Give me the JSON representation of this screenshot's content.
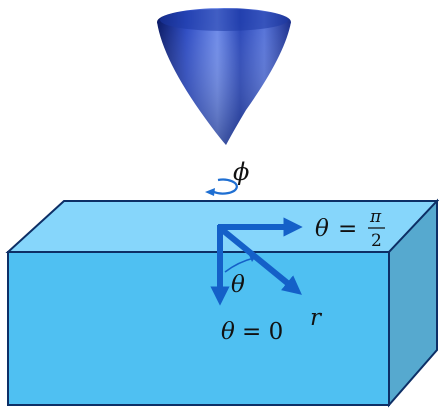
{
  "labels": {
    "phi": "ϕ",
    "theta": "θ",
    "r": "r",
    "theta_zero": {
      "symbol": "θ",
      "equals": "= 0"
    },
    "theta_half_pi": {
      "symbol": "θ",
      "equals": "=",
      "numerator": "π",
      "denominator": "2"
    }
  },
  "colors": {
    "block_front": "#4fc0f2",
    "block_top": "#86d6fb",
    "block_side": "#56a9cf",
    "block_outline": "#0d2f66",
    "arrow": "#1460c8",
    "rotation_arrow": "#1f6fd2",
    "cone_dark": "#0c1d6b",
    "cone_light": "#5a7be0"
  },
  "icons": {
    "cone": "rotating-cone-icon",
    "rotation": "rotation-arrow-icon"
  }
}
